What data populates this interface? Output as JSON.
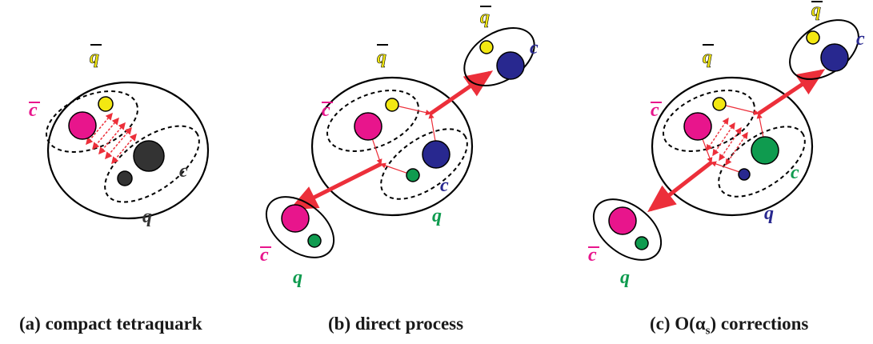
{
  "colors": {
    "magenta": "#e8158c",
    "yellow": "#f3e812",
    "green": "#0f9b4f",
    "blue": "#28288f",
    "dark": "#333333",
    "red": "#ec2f3a",
    "outline": "#000000"
  },
  "labels": {
    "qbar": "q",
    "cbar": "c",
    "c": "c",
    "q": "q"
  },
  "captions": {
    "a": "(a) compact tetraquark",
    "b": "(b) direct process",
    "c_prefix": "(c) O(",
    "c_alpha": "α",
    "c_sub": "s",
    "c_suffix": ") corrections"
  }
}
